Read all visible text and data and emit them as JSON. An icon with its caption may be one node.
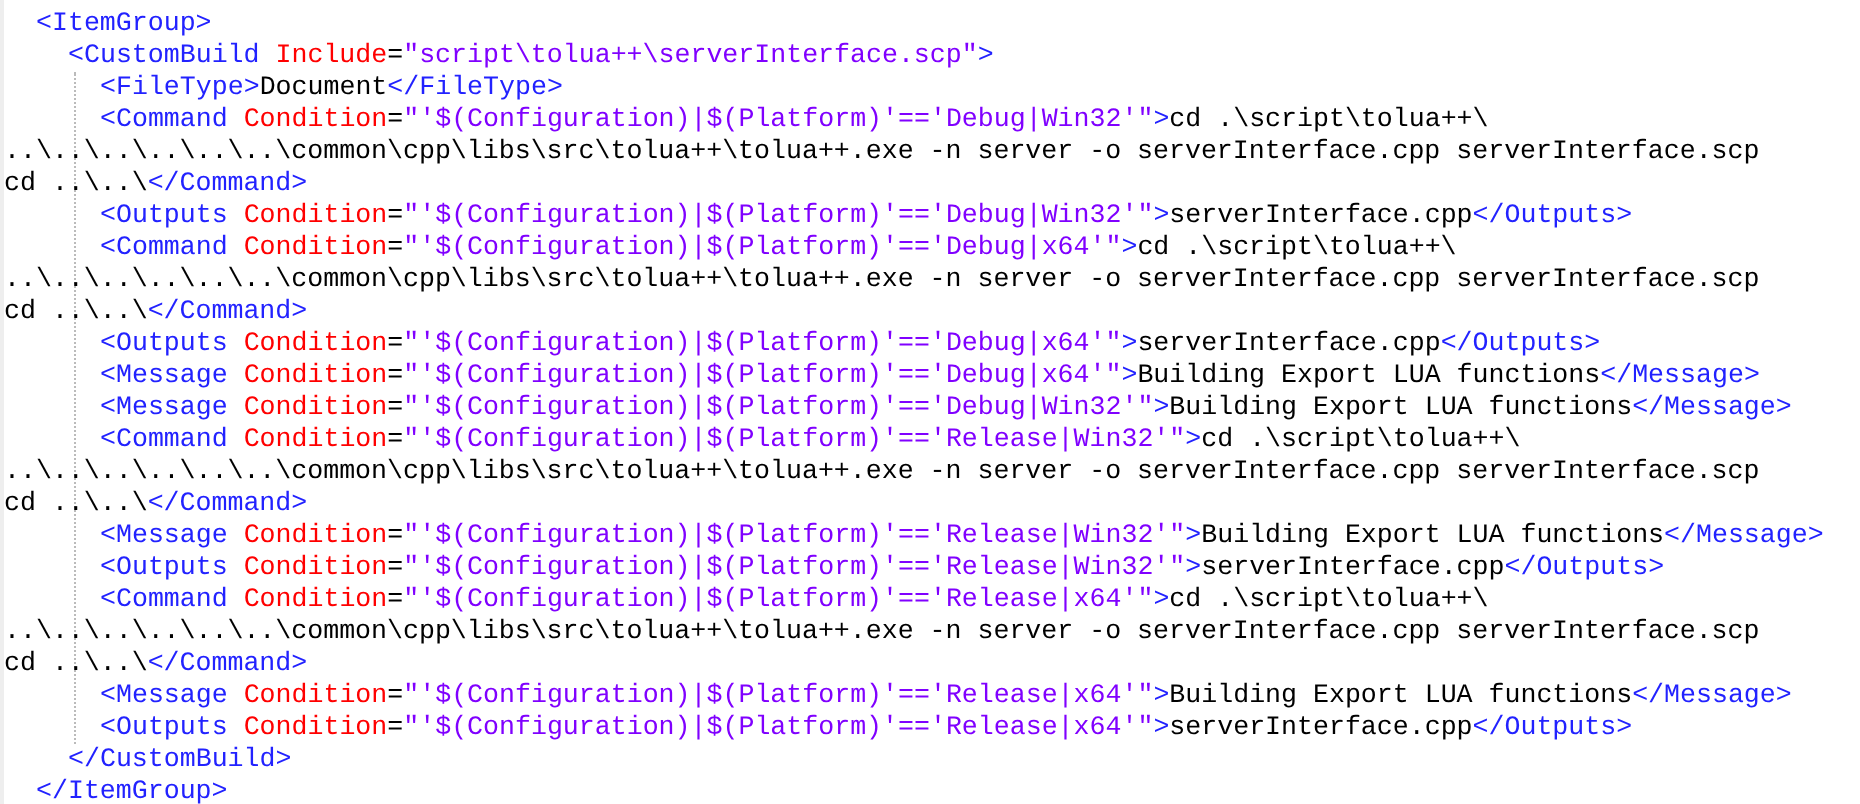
{
  "diagram": {
    "labels": [
      "<ItemGroup>",
      "<CustomBuild Include=\"script\\tolua++\\serverInterface.scp\">",
      "<FileType>Document</FileType>",
      "<Command Condition=\"'$(Configuration)|$(Platform)'=='Debug|Win32'\">cd .\\script\\tolua++\\",
      "..\\..\\..\\..\\..\\..\\common\\cpp\\libs\\src\\tolua++\\tolua++.exe -n server -o serverInterface.cpp serverInterface.scp",
      "cd ..\\..\\</Command>",
      "<Outputs Condition=\"'$(Configuration)|$(Platform)'=='Debug|Win32'\">serverInterface.cpp</Outputs>",
      "<Command Condition=\"'$(Configuration)|$(Platform)'=='Debug|x64'\">cd .\\script\\tolua++\\",
      "..\\..\\..\\..\\..\\..\\common\\cpp\\libs\\src\\tolua++\\tolua++.exe -n server -o serverInterface.cpp serverInterface.scp",
      "cd ..\\..\\</Command>",
      "<Outputs Condition=\"'$(Configuration)|$(Platform)'=='Debug|x64'\">serverInterface.cpp</Outputs>",
      "<Message Condition=\"'$(Configuration)|$(Platform)'=='Debug|x64'\">Building Export LUA functions</Message>",
      "<Message Condition=\"'$(Configuration)|$(Platform)'=='Debug|Win32'\">Building Export LUA functions</Message>",
      "<Command Condition=\"'$(Configuration)|$(Platform)'=='Release|Win32'\">cd .\\script\\tolua++\\",
      "..\\..\\..\\..\\..\\..\\common\\cpp\\libs\\src\\tolua++\\tolua++.exe -n server -o serverInterface.cpp serverInterface.scp",
      "cd ..\\..\\</Command>",
      "<Message Condition=\"'$(Configuration)|$(Platform)'=='Release|Win32'\">Building Export LUA functions</Message>",
      "<Outputs Condition=\"'$(Configuration)|$(Platform)'=='Release|Win32'\">serverInterface.cpp</Outputs>",
      "<Command Condition=\"'$(Configuration)|$(Platform)'=='Release|x64'\">cd .\\script\\tolua++\\",
      "..\\..\\..\\..\\..\\..\\common\\cpp\\libs\\src\\tolua++\\tolua++.exe -n server -o serverInterface.cpp serverInterface.scp",
      "cd ..\\..\\</Command>",
      "<Message Condition=\"'$(Configuration)|$(Platform)'=='Release|x64'\">Building Export LUA functions</Message>",
      "<Outputs Condition=\"'$(Configuration)|$(Platform)'=='Release|x64'\">serverInterface.cpp</Outputs>",
      "</CustomBuild>",
      "</ItemGroup>"
    ]
  }
}
